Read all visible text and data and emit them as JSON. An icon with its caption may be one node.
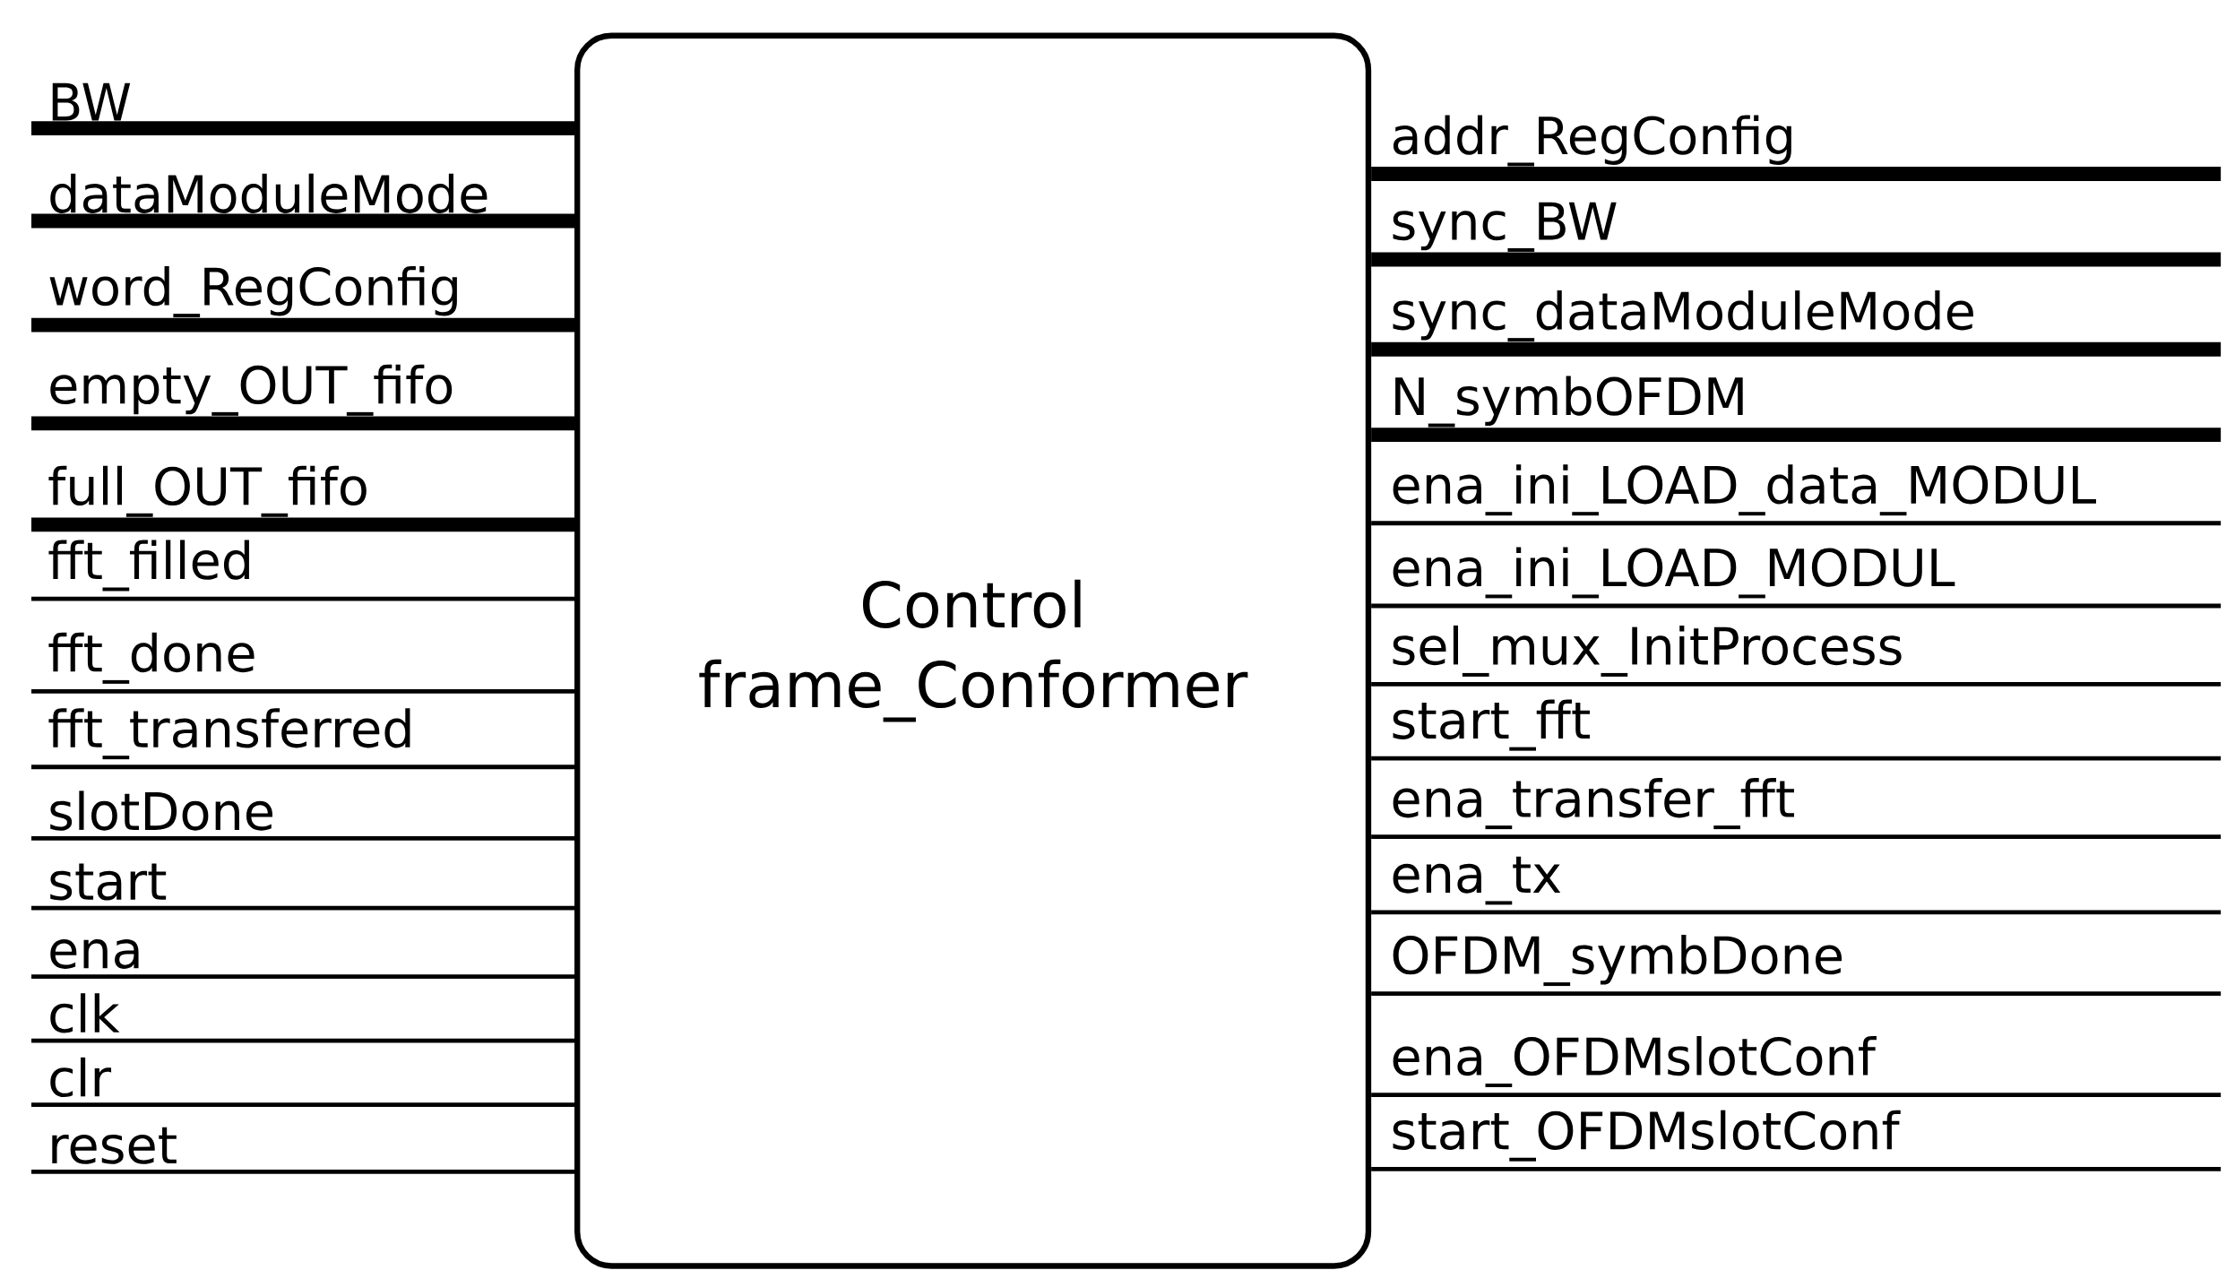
{
  "diagram": {
    "nodes": [
      {
        "text": [
          "Control frame_Conformer"
        ]
      },
      {
        "text": [
          "BW"
        ]
      },
      {
        "text": [
          "dataModuleMode"
        ]
      },
      {
        "text": [
          "word_RegConfig"
        ]
      },
      {
        "text": [
          "empty_OUT_fifo"
        ]
      },
      {
        "text": [
          "full_OUT_fifo"
        ]
      },
      {
        "text": [
          "fft_filled"
        ]
      },
      {
        "text": [
          "fft_done"
        ]
      },
      {
        "text": [
          "fft_transferred"
        ]
      },
      {
        "text": [
          "slotDone"
        ]
      },
      {
        "text": [
          "start"
        ]
      },
      {
        "text": [
          "ena"
        ]
      },
      {
        "text": [
          "clk"
        ]
      },
      {
        "text": [
          "clr"
        ]
      },
      {
        "text": [
          "reset"
        ]
      },
      {
        "text": [
          "addr_RegConfig"
        ]
      },
      {
        "text": [
          "sync_BW"
        ]
      },
      {
        "text": [
          "sync_dataModuleMode"
        ]
      },
      {
        "text": [
          "N_symbOFDM"
        ]
      },
      {
        "text": [
          "ena_ini_LOAD_data_MODUL"
        ]
      },
      {
        "text": [
          "ena_ini_LOAD_MODUL"
        ]
      },
      {
        "text": [
          "sel_mux_InitProcess"
        ]
      },
      {
        "text": [
          "start_fft"
        ]
      },
      {
        "text": [
          "ena_transfer_fft"
        ]
      },
      {
        "text": [
          "ena_tx"
        ]
      },
      {
        "text": [
          "OFDM_symbDone"
        ]
      },
      {
        "text": [
          "ena_OFDMslotConf"
        ]
      },
      {
        "text": [
          "start_OFDMslotConf"
        ]
      }
    ],
    "edges": [
      {
        "from": 1,
        "to": 0,
        "arrow": "none",
        "style": "thick"
      },
      {
        "from": 2,
        "to": 0,
        "arrow": "none",
        "style": "thick"
      },
      {
        "from": 3,
        "to": 0,
        "arrow": "none",
        "style": "thick"
      },
      {
        "from": 4,
        "to": 0,
        "arrow": "none",
        "style": "thick"
      },
      {
        "from": 5,
        "to": 0,
        "arrow": "none",
        "style": "thick"
      },
      {
        "from": 6,
        "to": 0,
        "arrow": "none"
      },
      {
        "from": 7,
        "to": 0,
        "arrow": "none"
      },
      {
        "from": 8,
        "to": 0,
        "arrow": "none"
      },
      {
        "from": 9,
        "to": 0,
        "arrow": "none"
      },
      {
        "from": 10,
        "to": 0,
        "arrow": "none"
      },
      {
        "from": 11,
        "to": 0,
        "arrow": "none"
      },
      {
        "from": 12,
        "to": 0,
        "arrow": "none"
      },
      {
        "from": 13,
        "to": 0,
        "arrow": "none"
      },
      {
        "from": 14,
        "to": 0,
        "arrow": "none"
      },
      {
        "from": 0,
        "to": 15,
        "arrow": "none",
        "style": "thick"
      },
      {
        "from": 0,
        "to": 16,
        "arrow": "none",
        "style": "thick"
      },
      {
        "from": 0,
        "to": 17,
        "arrow": "none",
        "style": "thick"
      },
      {
        "from": 0,
        "to": 18,
        "arrow": "none",
        "style": "thick"
      },
      {
        "from": 0,
        "to": 19,
        "arrow": "none"
      },
      {
        "from": 0,
        "to": 20,
        "arrow": "none"
      },
      {
        "from": 0,
        "to": 21,
        "arrow": "none"
      },
      {
        "from": 0,
        "to": 22,
        "arrow": "none"
      },
      {
        "from": 0,
        "to": 23,
        "arrow": "none"
      },
      {
        "from": 0,
        "to": 24,
        "arrow": "none"
      },
      {
        "from": 0,
        "to": 25,
        "arrow": "none"
      },
      {
        "from": 0,
        "to": 26,
        "arrow": "none"
      },
      {
        "from": 0,
        "to": 27,
        "arrow": "none"
      }
    ]
  }
}
